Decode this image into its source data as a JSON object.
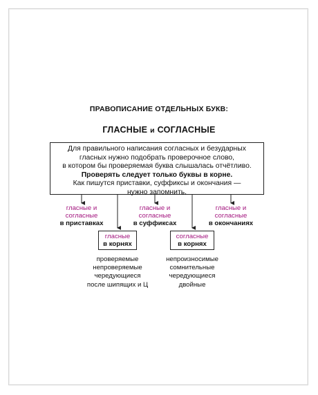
{
  "heading": "ПРАВОПИСАНИЕ ОТДЕЛЬНЫХ БУКВ:",
  "subheading": {
    "part1": "ГЛАСНЫЕ",
    "conj": "и",
    "part2": "СОГЛАСНЫЕ"
  },
  "rule_box": {
    "lines": [
      "Для правильного написания согласных и безударных",
      "гласных нужно подобрать проверочное слово,",
      "в котором бы проверяемая буква слышалась отчётливо."
    ],
    "emphasis": "Проверять следует только буквы в корне.",
    "note_lines": [
      "Как пишутся приставки, суффиксы и окончания —",
      "нужно запомнить."
    ]
  },
  "categories": [
    {
      "line1": "гласные и",
      "line2": "согласные",
      "place": "в приставках"
    },
    {
      "line1": "гласные и",
      "line2": "согласные",
      "place": "в суффиксах"
    },
    {
      "line1": "гласные и",
      "line2": "согласные",
      "place": "в окончаниях"
    }
  ],
  "roots": [
    {
      "label": "гласные",
      "place": "в корнях",
      "items": [
        "проверяемые",
        "непроверяемые",
        "чередующиеся",
        "после шипящих и Ц"
      ]
    },
    {
      "label": "согласные",
      "place": "в корнях",
      "items": [
        "непроизносимые",
        "сомнительные",
        "чередующиеся",
        "двойные"
      ]
    }
  ],
  "colors": {
    "accent": "#a3157e",
    "lines": "#222222"
  }
}
